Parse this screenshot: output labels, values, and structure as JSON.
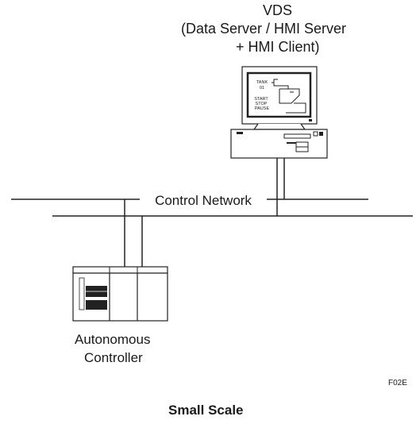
{
  "vds": {
    "line1": "VDS",
    "line2": "(Data Server / HMI Server",
    "line3": "+ HMI Client)"
  },
  "screen": {
    "tank_line1": "TANK",
    "tank_line2": "01",
    "start": "START",
    "stop": "STOP",
    "pause": "PAUSE"
  },
  "network": {
    "label": "Control Network"
  },
  "controller": {
    "line1": "Autonomous",
    "line2": "Controller"
  },
  "figure_code": "F02E",
  "caption": "Small Scale"
}
